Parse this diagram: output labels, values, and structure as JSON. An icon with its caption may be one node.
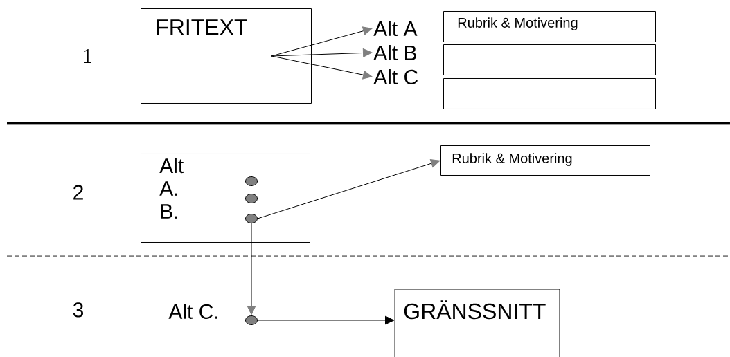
{
  "diagram": {
    "nodes": [
      {
        "text": [
          "FRITEXT"
        ]
      },
      {
        "text": [
          "Alt A"
        ]
      },
      {
        "text": [
          "Alt B"
        ]
      },
      {
        "text": [
          "Alt C"
        ]
      },
      {
        "text": [
          "Rubrik & Motivering"
        ]
      },
      {
        "text": [],
        "shape": "box"
      },
      {
        "text": [],
        "shape": "box"
      },
      {
        "text": [
          "Alt",
          "A.",
          "B."
        ]
      },
      {
        "text": [],
        "shape": "circle",
        "in": 7
      },
      {
        "text": [],
        "shape": "circle",
        "in": 7
      },
      {
        "text": [],
        "shape": "circle",
        "in": 7
      },
      {
        "text": [
          "Rubrik & Motivering"
        ]
      },
      {
        "text": [],
        "shape": "circle",
        "beside": [
          "Alt C."
        ]
      },
      {
        "text": [
          "GRÄNSSNITT"
        ]
      }
    ],
    "edges": [
      {
        "from": 0,
        "to": 1,
        "arrow": "to"
      },
      {
        "from": 0,
        "to": 2,
        "arrow": "to"
      },
      {
        "from": 0,
        "to": 3,
        "arrow": "to"
      },
      {
        "from": 10,
        "to": 11,
        "arrow": "to"
      },
      {
        "from": 10,
        "to": 12,
        "arrow": "to"
      },
      {
        "from": 12,
        "to": 13,
        "arrow": "to",
        "color": "#000000"
      }
    ],
    "labels": [
      "1",
      "2",
      "3"
    ]
  }
}
